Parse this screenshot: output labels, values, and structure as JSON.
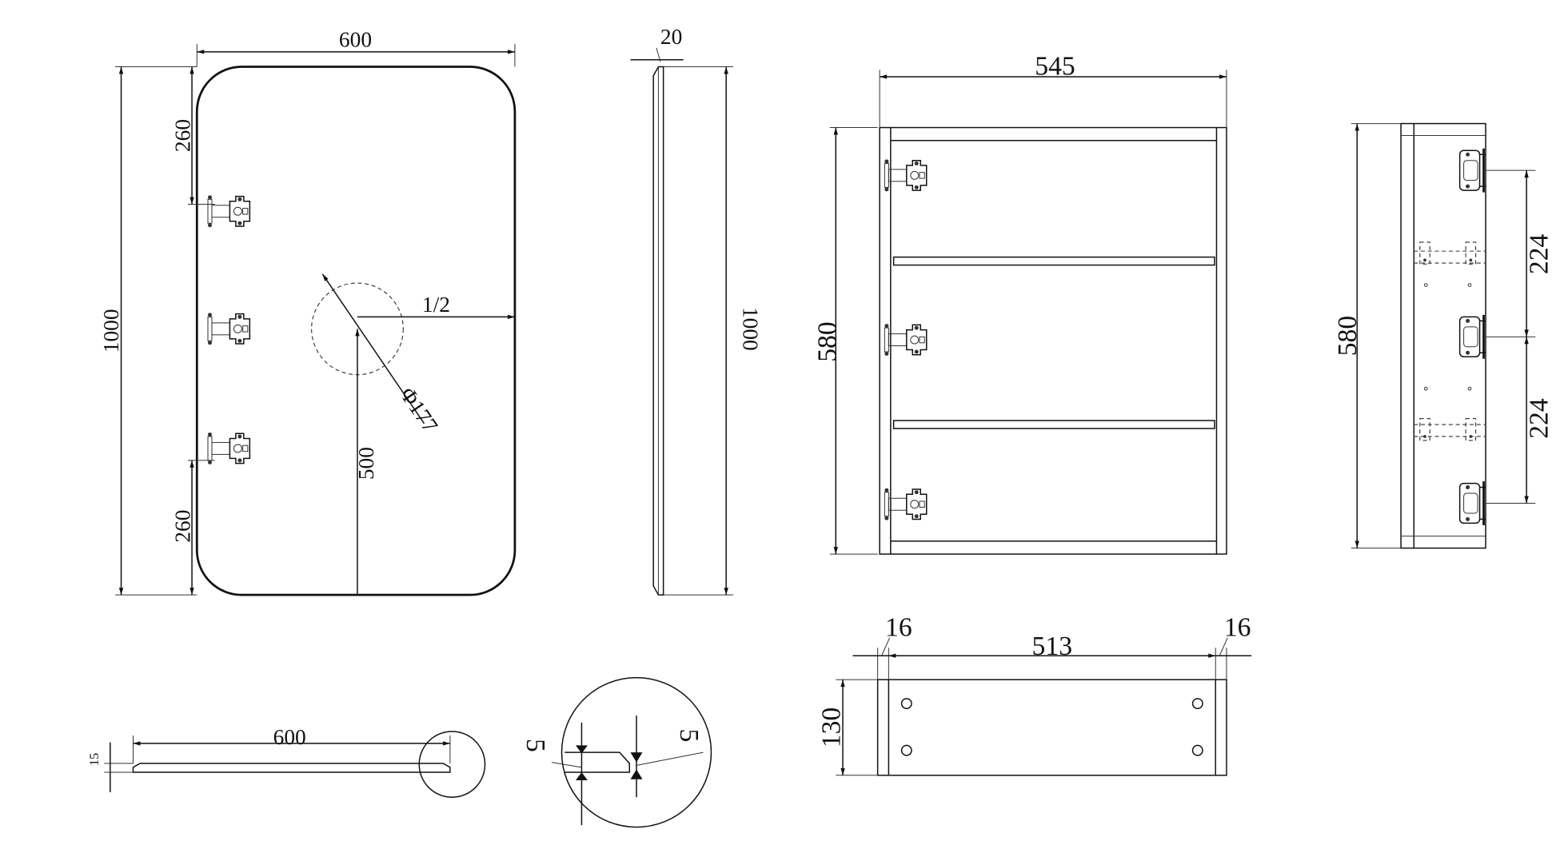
{
  "mirror_front": {
    "width": "600",
    "height": "1000",
    "hinge_offset_top": "260",
    "hinge_offset_bottom": "260",
    "cutout_half": "1/2",
    "cutout_height": "500",
    "cutout_diameter": "Φ177"
  },
  "mirror_side": {
    "thickness": "20",
    "height": "1000"
  },
  "mirror_bottom": {
    "width": "600",
    "thickness": "15"
  },
  "edge_detail": {
    "bevel_left": "5",
    "bevel_right": "5"
  },
  "cabinet_front": {
    "width": "545",
    "height": "580"
  },
  "cabinet_side": {
    "height": "580",
    "hinge_spacing_top": "224",
    "hinge_spacing_bottom": "224"
  },
  "cabinet_top": {
    "panel_left": "16",
    "inner_width": "513",
    "panel_right": "16",
    "depth": "130"
  }
}
